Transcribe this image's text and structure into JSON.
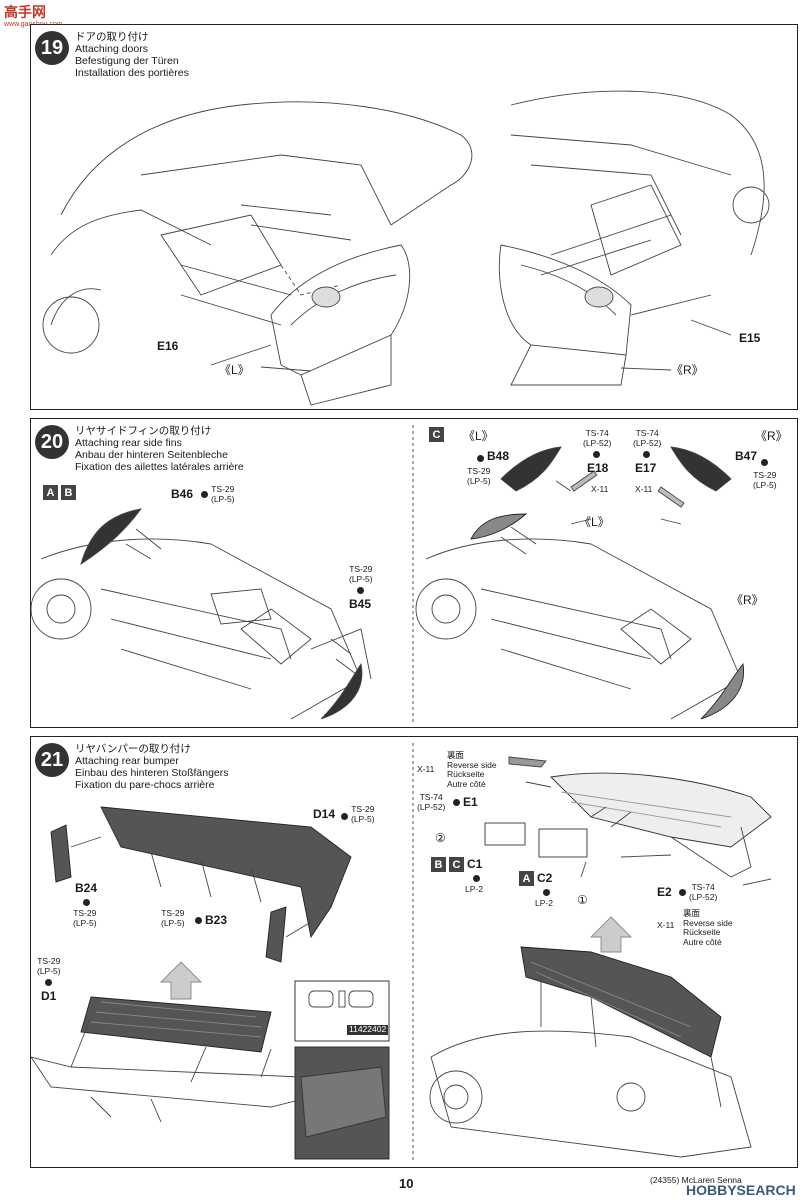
{
  "header": {
    "logo_text": "高手网",
    "logo_url_text": "www.gaoshou.com"
  },
  "step19": {
    "number": "19",
    "title_jp": "ドアの取り付け",
    "title_en": "Attaching doors",
    "title_de": "Befestigung der Türen",
    "title_fr": "Installation des portières",
    "part_left": "E16",
    "part_right": "E15",
    "side_left": "《L》",
    "side_right": "《R》"
  },
  "step20": {
    "number": "20",
    "title_jp": "リヤサイドフィンの取り付け",
    "title_en": "Attaching rear side fins",
    "title_de": "Anbau der hinteren Seitenbleche",
    "title_fr": "Fixation des ailettes latérales arrière",
    "tag_a": "A",
    "tag_b": "B",
    "tag_c": "C",
    "part_b46": "B46",
    "paint_b46": "TS-29\n(LP-5)",
    "part_b45": "B45",
    "paint_b45": "TS-29\n(LP-5)",
    "side_left": "《L》",
    "side_right": "《R》",
    "part_b48": "B48",
    "paint_b48": "TS-29\n(LP-5)",
    "part_e18": "E18",
    "paint_e18": "TS-74\n(LP-52)",
    "part_e17": "E17",
    "paint_e17": "TS-74\n(LP-52)",
    "part_b47": "B47",
    "paint_b47": "TS-29\n(LP-5)",
    "x11_left": "X-11",
    "x11_right": "X-11",
    "side_left2": "《L》",
    "side_right2": "《R》"
  },
  "step21": {
    "number": "21",
    "title_jp": "リヤバンパーの取り付け",
    "title_en": "Attaching rear bumper",
    "title_de": "Einbau des hinteren Stoßfängers",
    "title_fr": "Fixation du pare-chocs arrière",
    "part_d14": "D14",
    "paint_d14": "TS-29\n(LP-5)",
    "part_b24": "B24",
    "paint_b24": "TS-29\n(LP-5)",
    "part_b23": "B23",
    "paint_b23": "TS-29\n(LP-5)",
    "part_d1": "D1",
    "paint_d1": "TS-29\n(LP-5)",
    "decal_code": "11422402",
    "reverse_jp": "裏面",
    "reverse_en": "Reverse side",
    "reverse_de": "Rückseite",
    "reverse_fr": "Autre côté",
    "x11_top": "X-11",
    "x11_bottom": "X-11",
    "part_e1": "E1",
    "paint_e1": "TS-74\n(LP-52)",
    "part_e2": "E2",
    "paint_e2": "TS-74\n(LP-52)",
    "part_c1": "C1",
    "paint_c1": "LP-2",
    "part_c2": "C2",
    "paint_c2": "LP-2",
    "tag_b": "B",
    "tag_c": "C",
    "tag_a": "A",
    "circle_1": "①",
    "circle_2": "②"
  },
  "footer": {
    "page": "10",
    "code": "(24355) McLaren Senna",
    "brand": "HOBBYSEARCH"
  }
}
